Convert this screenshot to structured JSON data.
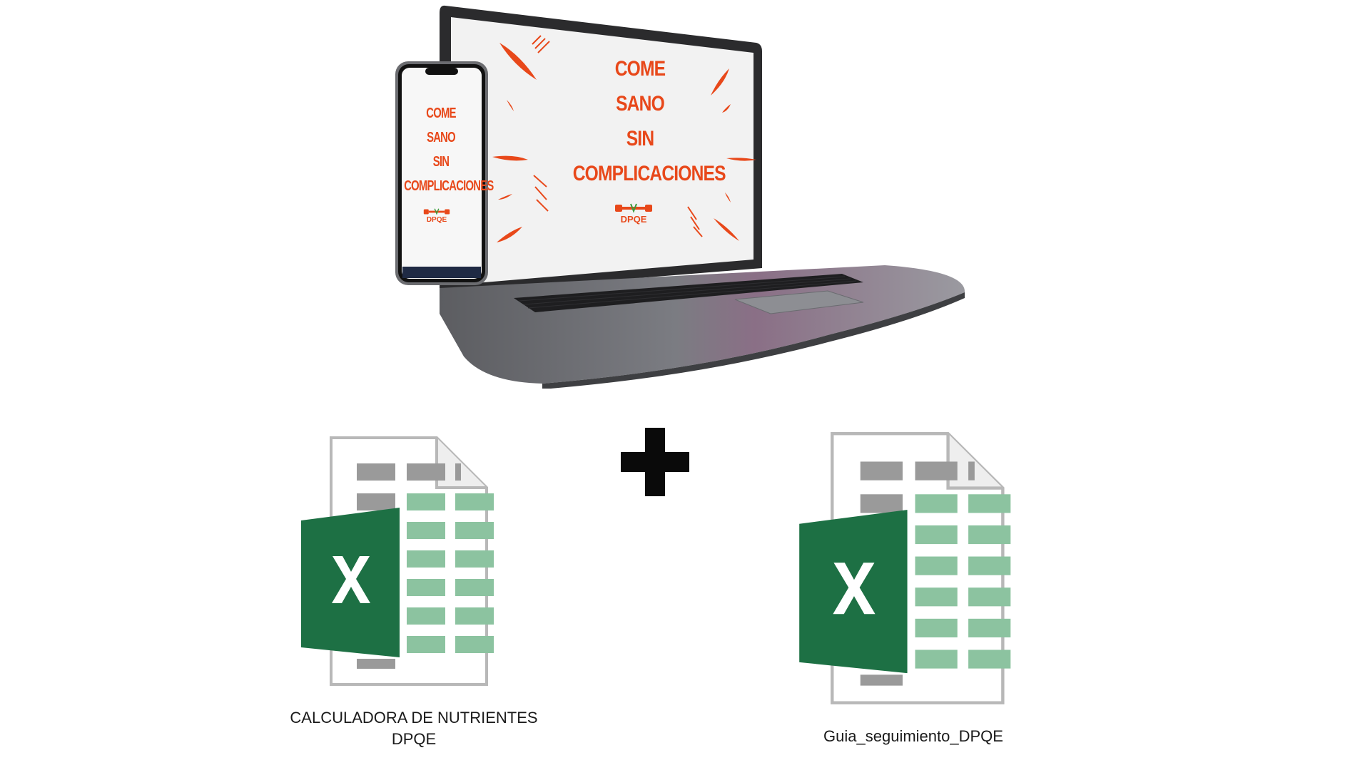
{
  "promo": {
    "lines": [
      "COME",
      "SANO",
      "SIN",
      "COMPLICACIONES"
    ],
    "brand": "DPQE"
  },
  "plus_symbol": "+",
  "files": [
    {
      "label_line1": "CALCULADORA DE NUTRIENTES",
      "label_line2": "DPQE",
      "icon": "excel-file-icon"
    },
    {
      "label_line1": "Guia_seguimiento_DPQE",
      "label_line2": "",
      "icon": "excel-file-icon"
    }
  ],
  "colors": {
    "promo_orange": "#e8481a",
    "excel_green": "#1d7044",
    "cell_green": "#8cc3a0",
    "cell_gray": "#9a9a9a",
    "laptop_body": "#6e6f73"
  }
}
